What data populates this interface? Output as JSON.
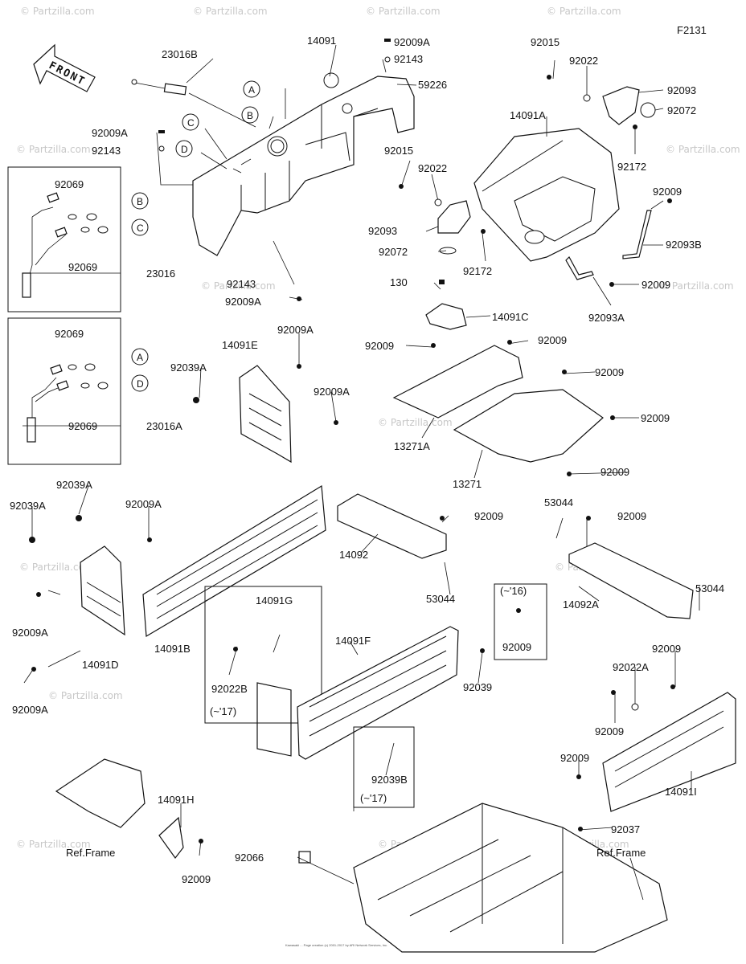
{
  "figure_code": "F2131",
  "front_arrow_label": "FRONT",
  "labels": {
    "p23016B": "23016B",
    "p14091_top": "14091",
    "p92009A_top": "92009A",
    "p92143_top": "92143",
    "p59226": "59226",
    "p92015_top": "92015",
    "p92022_top": "92022",
    "p92093_top": "92093",
    "p92072_top": "92072",
    "p14091A": "14091A",
    "p92172_top": "92172",
    "p92009A_left": "92009A",
    "p92143_left": "92143",
    "p92015_mid": "92015",
    "p92022_mid": "92022",
    "p92093_mid": "92093",
    "p92072_mid": "92072",
    "p92172_mid": "92172",
    "p92009_r1": "92009",
    "p92093B": "92093B",
    "p92009_r2": "92009",
    "p92093A": "92093A",
    "p92069_b1a": "92069",
    "p92069_b1b": "92069",
    "p23016": "23016",
    "p92143_mid": "92143",
    "p92009A_mid": "92009A",
    "p130": "130",
    "p14091C": "14091C",
    "p92069_b2a": "92069",
    "p92069_b2b": "92069",
    "p23016A": "23016A",
    "p92009A_m2": "92009A",
    "p14091E": "14091E",
    "p92039A_m": "92039A",
    "p92009A_m3": "92009A",
    "p92009_c1": "92009",
    "p92009_c2": "92009",
    "p92009_c3": "92009",
    "p92009_c4": "92009",
    "p13271A": "13271A",
    "p13271": "13271",
    "p92009_c5": "92009",
    "p92039A_l1": "92039A",
    "p92039A_l2": "92039A",
    "p92009A_l3": "92009A",
    "p14092": "14092",
    "p92009_m4": "92009",
    "p53044_a": "53044",
    "p92009_m5": "92009",
    "p53044_b": "53044",
    "p14092A": "14092A",
    "p53044_c": "53044",
    "p92009A_l4": "92009A",
    "p14091B": "14091B",
    "p14091D": "14091D",
    "p92009A_l5": "92009A",
    "p14091G": "14091G",
    "p92022B": "92022B",
    "note_17a": "(~'17)",
    "p14091F": "14091F",
    "p92039": "92039",
    "note_16": "(~'16)",
    "p92009_box16": "92009",
    "p92009_r6": "92009",
    "p92022A": "92022A",
    "p92009_r7": "92009",
    "p92039B": "92039B",
    "note_17b": "(~'17)",
    "p92009_r8": "92009",
    "p14091I": "14091I",
    "p14091H": "14091H",
    "ref_frame_left": "Ref.Frame",
    "p92009_h": "92009",
    "p92066": "92066",
    "p92037": "92037",
    "ref_frame_right": "Ref.Frame"
  },
  "callouts": {
    "A": "A",
    "B": "B",
    "C": "C",
    "D": "D"
  },
  "watermark": "© Partzilla.com",
  "footer": "Kawasaki ... Page creation (c) 2001-2017 by ARI Network Services, Inc."
}
